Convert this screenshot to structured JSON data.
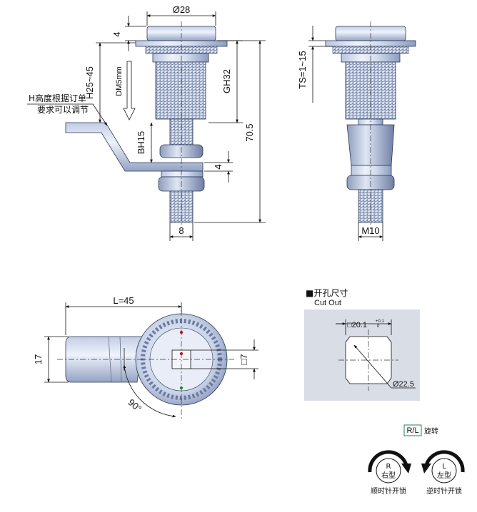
{
  "side_view": {
    "dim_diameter": "Ø28",
    "dim_top": "4",
    "dim_h": "H25~45",
    "dim_dm": "DM5mm",
    "dim_gh": "GH32",
    "dim_total": "70.5",
    "dim_bh": "BH15",
    "dim_cam": "4",
    "dim_stem": "8",
    "note_line1": "H高度根据订单",
    "note_line2": "要求可以调节"
  },
  "front_view": {
    "dim_ts": "TS=1~15",
    "dim_thread": "M10"
  },
  "top_view": {
    "dim_length": "L=45",
    "dim_width": "17",
    "dim_square": "□7",
    "dim_angle": "90°"
  },
  "cutout": {
    "title_cn": "■开孔尺寸",
    "title_en": "Cut Out",
    "dim_square": "□20.1",
    "dim_square_tol_upper": "+0.1",
    "dim_square_tol_lower": "0",
    "dim_diameter": "Ø22.5"
  },
  "rotation": {
    "box_label": "R/L",
    "label": "旋转",
    "right_letter": "R",
    "right_type": "右型",
    "right_caption": "顺时针开锁",
    "left_letter": "L",
    "left_type": "左型",
    "left_caption": "逆时针开锁",
    "box_color": "#1e8a4a"
  }
}
